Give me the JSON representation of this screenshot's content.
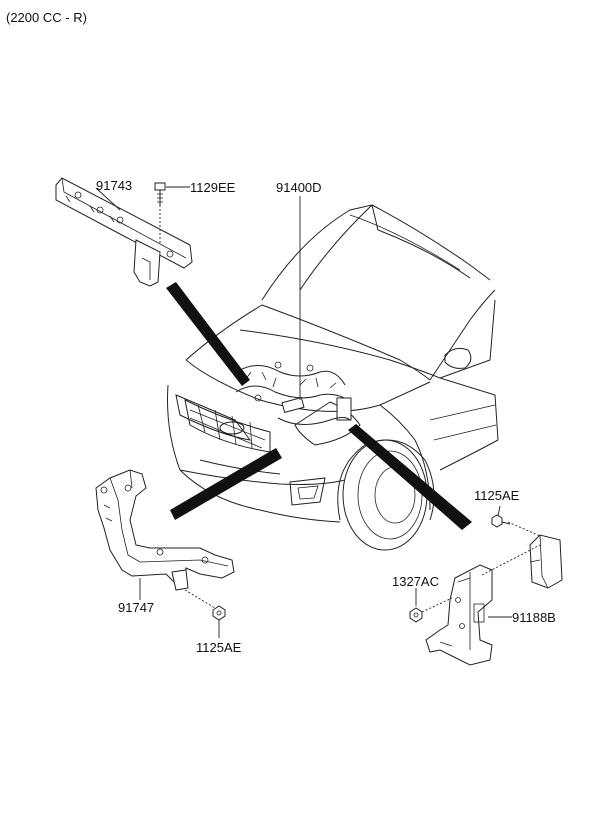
{
  "header": {
    "variant": "(2200 CC - R)"
  },
  "parts": {
    "p91743": "91743",
    "p1129EE": "1129EE",
    "p91400D": "91400D",
    "p1125AE_right": "1125AE",
    "p1327AC": "1327AC",
    "p91188B": "91188B",
    "p91747": "91747",
    "p1125AE_left": "1125AE"
  }
}
